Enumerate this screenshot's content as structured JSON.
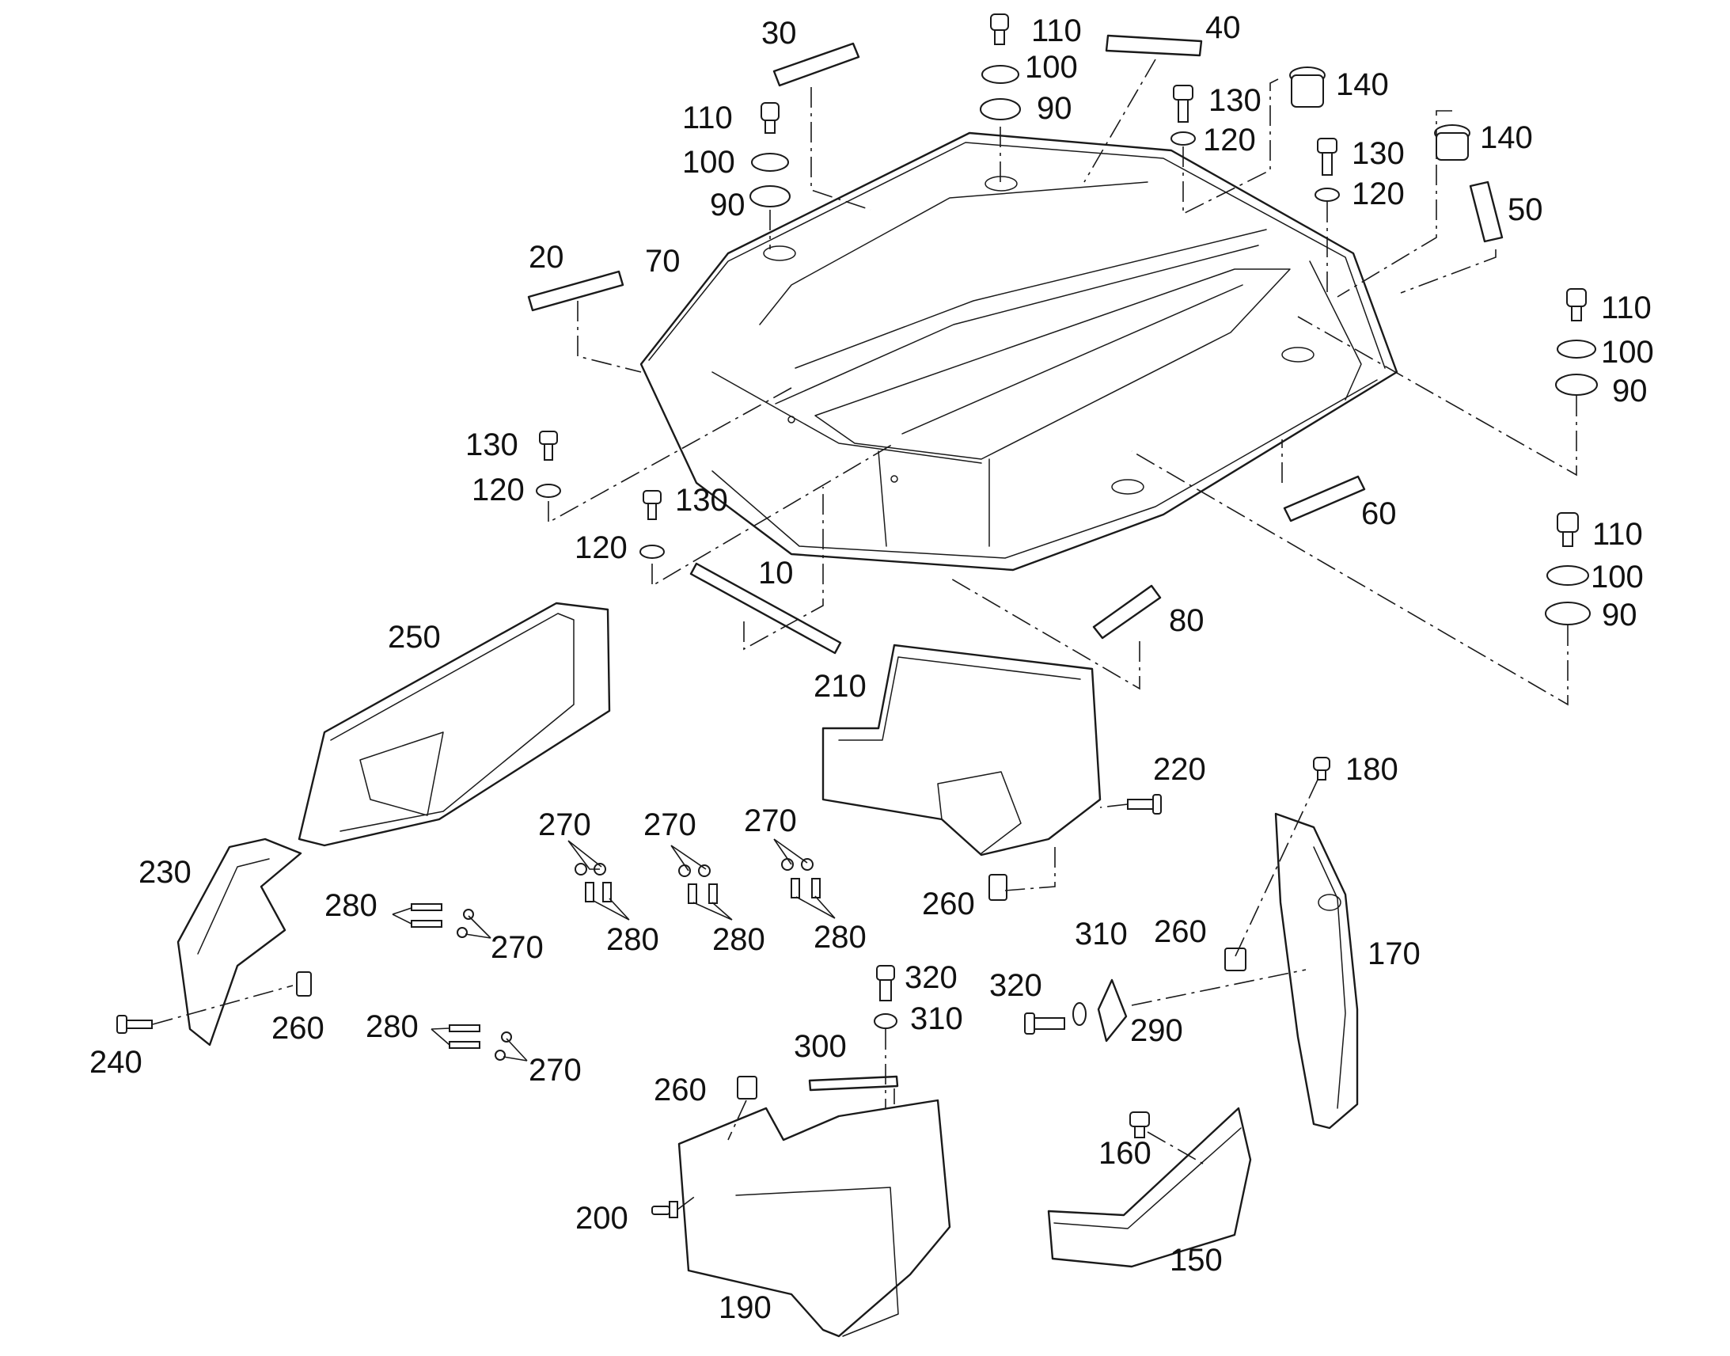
{
  "diagram": {
    "style": "exploded parts view, black line art on white",
    "callouts": [
      {
        "key": "c30",
        "text": "30"
      },
      {
        "key": "c110a",
        "text": "110"
      },
      {
        "key": "c40",
        "text": "40"
      },
      {
        "key": "c100a",
        "text": "100"
      },
      {
        "key": "c90a",
        "text": "90"
      },
      {
        "key": "c140a",
        "text": "140"
      },
      {
        "key": "c130a",
        "text": "130"
      },
      {
        "key": "c120a",
        "text": "120"
      },
      {
        "key": "c140b",
        "text": "140"
      },
      {
        "key": "c110b",
        "text": "110"
      },
      {
        "key": "c100b",
        "text": "100"
      },
      {
        "key": "c90b",
        "text": "90"
      },
      {
        "key": "c130b",
        "text": "130"
      },
      {
        "key": "c120b",
        "text": "120"
      },
      {
        "key": "c50",
        "text": "50"
      },
      {
        "key": "c20",
        "text": "20"
      },
      {
        "key": "c70",
        "text": "70"
      },
      {
        "key": "c110c",
        "text": "110"
      },
      {
        "key": "c100c",
        "text": "100"
      },
      {
        "key": "c90c",
        "text": "90"
      },
      {
        "key": "c130c",
        "text": "130"
      },
      {
        "key": "c120c",
        "text": "120"
      },
      {
        "key": "c130d",
        "text": "130"
      },
      {
        "key": "c120d",
        "text": "120"
      },
      {
        "key": "c60",
        "text": "60"
      },
      {
        "key": "c110d",
        "text": "110"
      },
      {
        "key": "c100d",
        "text": "100"
      },
      {
        "key": "c90d",
        "text": "90"
      },
      {
        "key": "c10",
        "text": "10"
      },
      {
        "key": "c80",
        "text": "80"
      },
      {
        "key": "c250",
        "text": "250"
      },
      {
        "key": "c210",
        "text": "210"
      },
      {
        "key": "c220",
        "text": "220"
      },
      {
        "key": "c180",
        "text": "180"
      },
      {
        "key": "c230",
        "text": "230"
      },
      {
        "key": "c270a",
        "text": "270"
      },
      {
        "key": "c270b",
        "text": "270"
      },
      {
        "key": "c270c",
        "text": "270"
      },
      {
        "key": "c280a",
        "text": "280"
      },
      {
        "key": "c270d",
        "text": "270"
      },
      {
        "key": "c280b",
        "text": "280"
      },
      {
        "key": "c280c",
        "text": "280"
      },
      {
        "key": "c280d",
        "text": "280"
      },
      {
        "key": "c260a",
        "text": "260"
      },
      {
        "key": "c310a",
        "text": "310"
      },
      {
        "key": "c260b",
        "text": "260"
      },
      {
        "key": "c170",
        "text": "170"
      },
      {
        "key": "c260c",
        "text": "260"
      },
      {
        "key": "c240",
        "text": "240"
      },
      {
        "key": "c320a",
        "text": "320"
      },
      {
        "key": "c320b",
        "text": "320"
      },
      {
        "key": "c310b",
        "text": "310"
      },
      {
        "key": "c290",
        "text": "290"
      },
      {
        "key": "c280e",
        "text": "280"
      },
      {
        "key": "c270e",
        "text": "270"
      },
      {
        "key": "c300",
        "text": "300"
      },
      {
        "key": "c260d",
        "text": "260"
      },
      {
        "key": "c160",
        "text": "160"
      },
      {
        "key": "c200",
        "text": "200"
      },
      {
        "key": "c150",
        "text": "150"
      },
      {
        "key": "c190",
        "text": "190"
      }
    ]
  }
}
